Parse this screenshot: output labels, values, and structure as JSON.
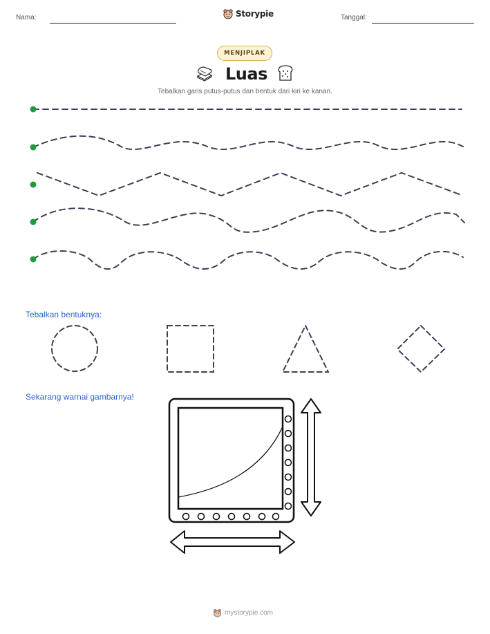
{
  "header": {
    "name_label": "Nama:",
    "brand": "Storypie",
    "date_label": "Tanggal:"
  },
  "badge": "MENJIPLAK",
  "title": "Luas",
  "instruction": "Tebalkan garis putus-putus dan bentuk dari kiri ke kanan.",
  "sections": {
    "shapes_label": "Tebalkan bentuknya:",
    "color_label": "Sekarang warnai gambarnya!"
  },
  "footer": {
    "site": "mystorypie.com"
  },
  "icons": {
    "brand": "storypie-logo-icon",
    "left_title": "bread-slices-icon",
    "right_title": "toast-icon"
  },
  "colors": {
    "dot": "#1f9a3e",
    "dash": "#3b3f57",
    "section_label": "#2e66c7",
    "badge_border": "#d9b64e",
    "badge_fill": "#fbf3d3"
  }
}
